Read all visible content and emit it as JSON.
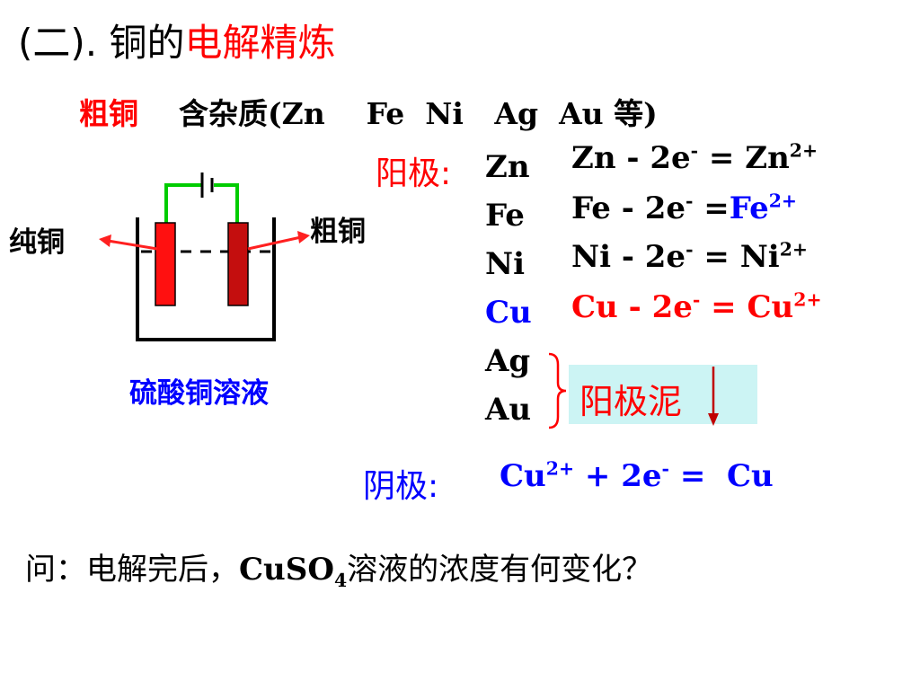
{
  "title": {
    "prefix": "(二). 铜的",
    "highlight": "电解精炼"
  },
  "crude_line": {
    "label": "粗铜",
    "text": "含杂质(Zn    Fe  Ni   Ag  Au 等)"
  },
  "diagram": {
    "left_label": "纯铜",
    "right_label": "粗铜",
    "solution_label": "硫酸铜溶液"
  },
  "anode": {
    "label": "阳极:",
    "metals": [
      {
        "text": "Zn",
        "color": "#000000"
      },
      {
        "text": "Fe",
        "color": "#000000"
      },
      {
        "text": "Ni",
        "color": "#000000"
      },
      {
        "text": "Cu",
        "color": "#0000ff"
      },
      {
        "text": "Ag",
        "color": "#000000"
      },
      {
        "text": "Au",
        "color": "#000000"
      }
    ],
    "equations": {
      "zn": {
        "left": "Zn - 2e",
        "minus": "-",
        "mid": " = Zn",
        "charge": "2+"
      },
      "fe": {
        "left": "Fe - 2e",
        "minus": "-",
        "mid": " =",
        "ion": "Fe",
        "charge": "2+"
      },
      "ni": {
        "left": "Ni - 2e",
        "minus": "-",
        "mid": " = Ni",
        "charge": "2+"
      },
      "cu": {
        "left": "Cu - 2e",
        "minus": "-",
        "mid": " = Cu",
        "charge": "2+"
      }
    },
    "mud_label": "阳极泥"
  },
  "cathode": {
    "label": "阴极:",
    "eq_ion": "Cu",
    "eq_charge": "2+",
    "eq_mid": " + 2e",
    "eq_minus": "-",
    "eq_end": " =  Cu"
  },
  "question": {
    "prefix": "问：电解完后，",
    "formula": "CuSO",
    "subscript": "4",
    "suffix": "溶液的浓度有何变化？"
  },
  "colors": {
    "red": "#ff0000",
    "blue": "#0000ff",
    "wire": "#00cc00",
    "mud_bg": "#ccf4f4",
    "electrode_left": "#ff1010",
    "electrode_right": "#c40e0e"
  }
}
